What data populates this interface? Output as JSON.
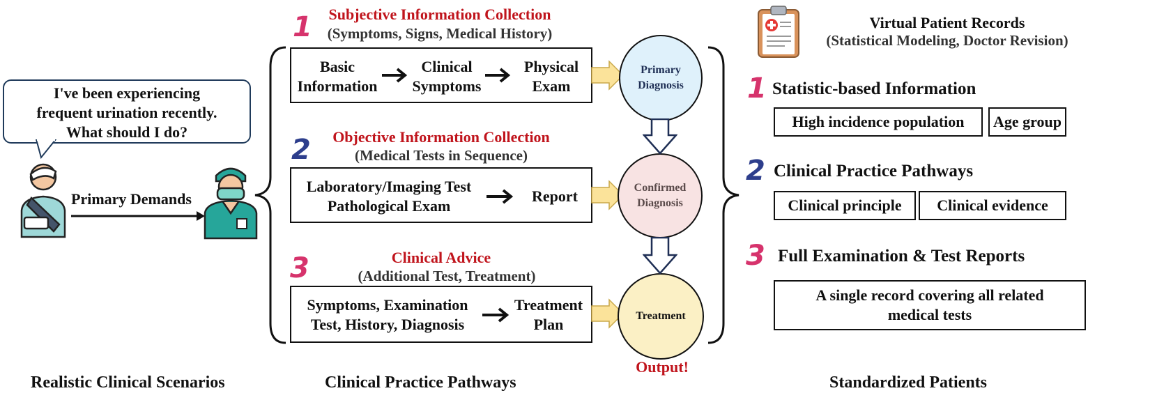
{
  "left": {
    "speech": [
      "I've been experiencing",
      "frequent urination recently.",
      "What should I do?"
    ],
    "demand_label": "Primary Demands",
    "footer": "Realistic Clinical Scenarios"
  },
  "middle": {
    "step1": {
      "number": "1",
      "title": "Subjective Information Collection",
      "subtitle": "(Symptoms, Signs, Medical History)",
      "items": [
        [
          "Basic",
          "Information"
        ],
        [
          "Clinical",
          "Symptoms"
        ],
        [
          "Physical",
          "Exam"
        ]
      ],
      "output": [
        "Primary",
        "Diagnosis"
      ]
    },
    "step2": {
      "number": "2",
      "title": "Objective Information Collection",
      "subtitle": "(Medical Tests in Sequence)",
      "items": [
        [
          "Laboratory/Imaging Test",
          "Pathological Exam"
        ],
        [
          "Report"
        ]
      ],
      "output": [
        "Confirmed",
        "Diagnosis"
      ]
    },
    "step3": {
      "number": "3",
      "title": "Clinical Advice",
      "subtitle": "(Additional Test, Treatment)",
      "items": [
        [
          "Symptoms, Examination",
          "Test, History, Diagnosis"
        ],
        [
          "Treatment",
          "Plan"
        ]
      ],
      "output": [
        "Treatment"
      ]
    },
    "output_label": "Output!",
    "footer": "Clinical Practice Pathways"
  },
  "right": {
    "header_title": "Virtual Patient Records",
    "header_subtitle": "(Statistical Modeling, Doctor Revision)",
    "sec1": {
      "number": "1",
      "title": "Statistic-based Information",
      "tags": [
        "High incidence population",
        "Age group"
      ]
    },
    "sec2": {
      "number": "2",
      "title": "Clinical Practice Pathways",
      "tags": [
        "Clinical principle",
        "Clinical evidence"
      ]
    },
    "sec3": {
      "number": "3",
      "title": "Full Examination & Test Reports",
      "tags": [
        "A single record covering all related",
        "medical tests"
      ]
    },
    "footer": "Standardized Patients"
  },
  "colors": {
    "accent_red": "#c0141c",
    "circle_blue": "#dff1fb",
    "circle_pink": "#f8e3e3",
    "circle_yellow": "#fbf0c5",
    "arrow_yellow": "#fbe39a",
    "num_pink": "#d6336c",
    "num_navy": "#2d3e8c"
  }
}
